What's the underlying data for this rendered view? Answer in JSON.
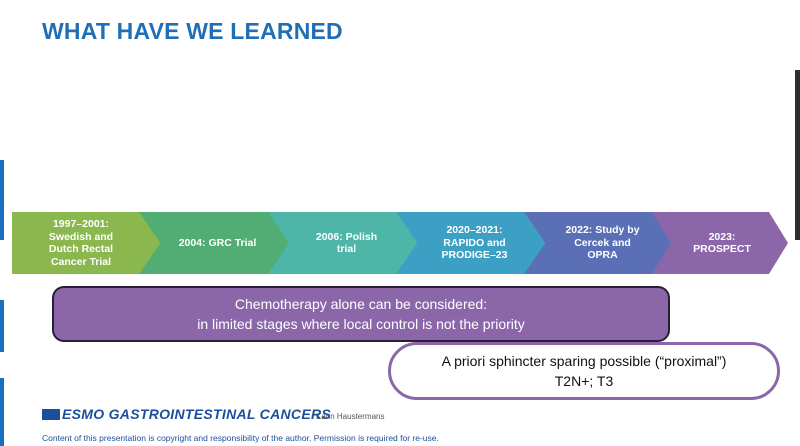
{
  "slide": {
    "title": "WHAT HAVE WE LEARNED"
  },
  "timeline": {
    "items": [
      {
        "label": "1997–2001:\nSwedish and\nDutch Rectal\nCancer Trial",
        "color": "#8ab84e"
      },
      {
        "label": "2004: GRC Trial",
        "color": "#52ad74"
      },
      {
        "label": "2006: Polish\ntrial",
        "color": "#4db6a8"
      },
      {
        "label": "2020–2021:\nRAPIDO and\nPRODIGE–23",
        "color": "#3ca0c4"
      },
      {
        "label": "2022: Study by\nCercek and\nOPRA",
        "color": "#5a6fb5"
      },
      {
        "label": "2023:\nPROSPECT",
        "color": "#8b67aa"
      }
    ]
  },
  "chemo_box": {
    "line1": "Chemotherapy alone can be considered:",
    "line2": "in limited stages where local control is not the priority"
  },
  "apriori_box": {
    "line1": "A priori sphincter sparing possible (“proximal”)",
    "line2": "T2N+; T3"
  },
  "footer": {
    "logo_text": "ESMO GASTROINTESTINAL CANCERS",
    "author": "Karin Haustermans",
    "copyright": "Content of this presentation is copyright and responsibility of the author. Permission is required for re-use."
  }
}
